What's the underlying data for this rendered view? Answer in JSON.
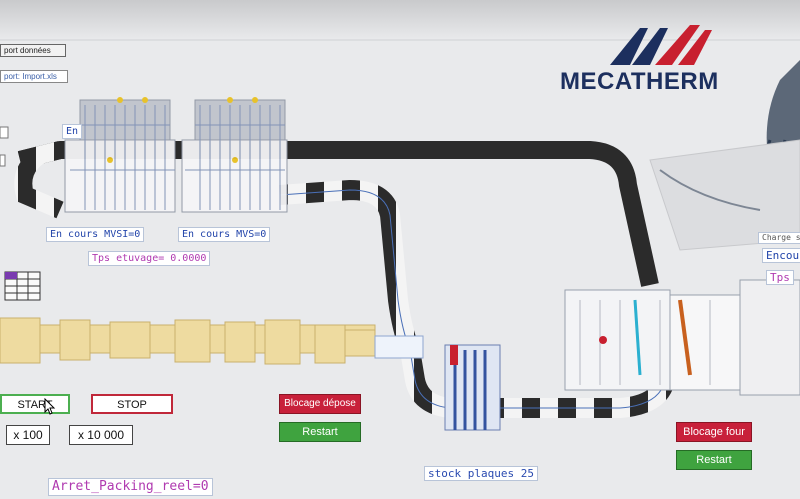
{
  "header": {
    "import_button": "port données",
    "import_file": "port: Import.xls"
  },
  "brand": {
    "name": "MECATHERM",
    "primary_color": "#1c2f5e",
    "accent_color": "#c8202f"
  },
  "status": {
    "en_cours_1": "En cours MVSI=0",
    "en_cours_2": "En cours MVS=0",
    "en_small": "En",
    "tps_etuvage": "Tps etuvage= 0.0000",
    "stock_plaques": "stock plaques 25",
    "arret_packing": "Arret_Packing_reel=0",
    "charge_sp": "Charge sp",
    "encours_right": "Encou",
    "tps_right": "Tps"
  },
  "controls": {
    "start": "START",
    "stop": "STOP",
    "speed_100": "x 100",
    "speed_10000": "x 10 000",
    "blocage_depose": "Blocage dépose",
    "restart_1": "Restart",
    "blocage_four": "Blocage four",
    "restart_2": "Restart"
  },
  "colors": {
    "start_border": "#4caf50",
    "stop_border": "#c0283a",
    "blocage_bg": "#c8203a",
    "restart_bg": "#3fa33f"
  }
}
